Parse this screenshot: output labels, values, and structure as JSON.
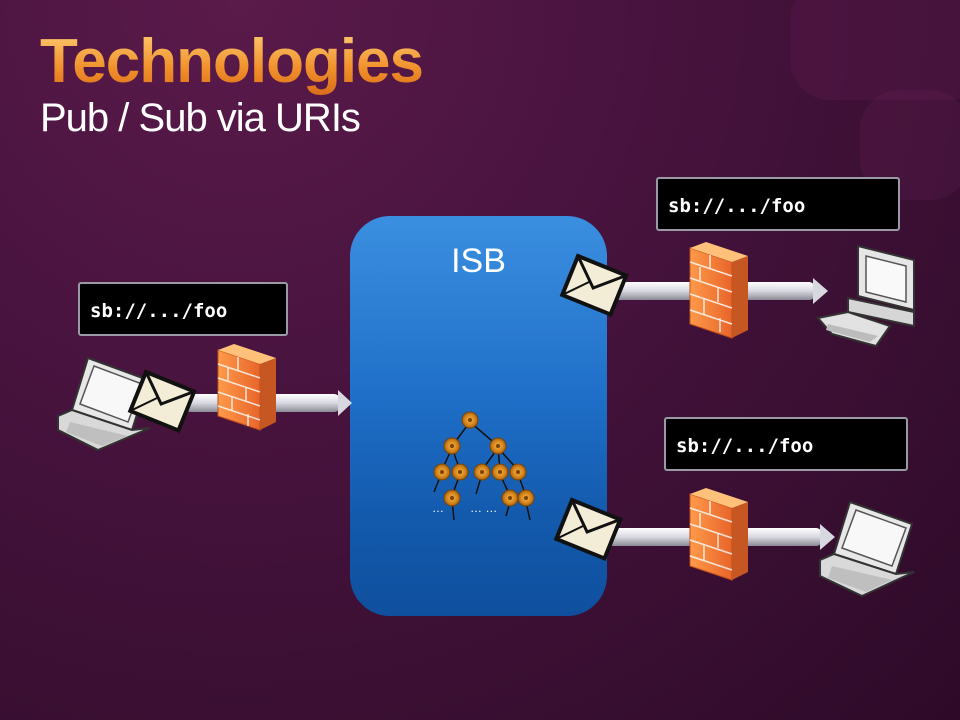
{
  "slide": {
    "title": "Technologies",
    "subtitle": "Pub / Sub via URIs"
  },
  "isb": {
    "label": "ISB"
  },
  "uris": {
    "left": "sb://.../foo",
    "top_right": "sb://.../foo",
    "bottom_right": "sb://.../foo"
  },
  "tree": {
    "ellipsis_left": "…",
    "ellipsis_mid": "… …"
  },
  "icons": [
    "laptop-icon",
    "envelope-icon",
    "firewall-icon",
    "desktop-computer-icon",
    "tree-diagram-icon",
    "arrow-icon"
  ],
  "colors": {
    "title_orange": "#f0902a",
    "isb_blue": "#1f6fc8",
    "background": "#4a1440"
  }
}
